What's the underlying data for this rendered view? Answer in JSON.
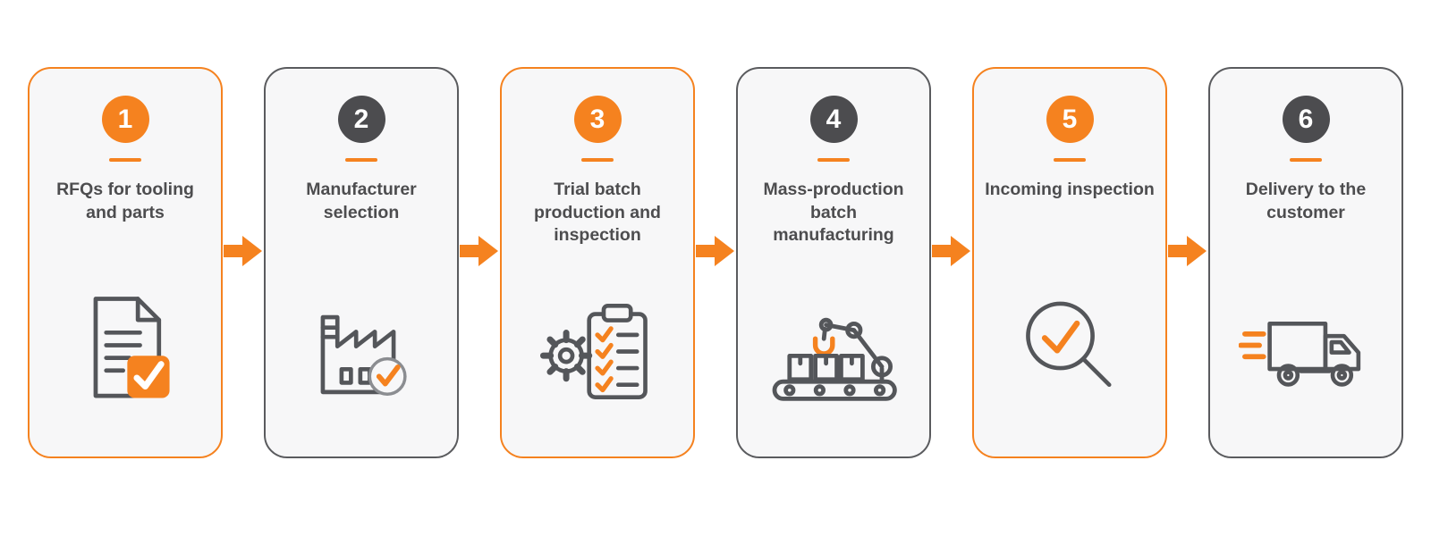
{
  "colors": {
    "orange": "#F5821F",
    "dark_gray": "#4C4C4F",
    "gray_border": "#5A5B5E",
    "card_bg": "#F7F7F8",
    "text": "#4D4D4F"
  },
  "steps": [
    {
      "number": "1",
      "label": "RFQs for tooling and parts",
      "icon": "document-check-icon",
      "theme": "orange"
    },
    {
      "number": "2",
      "label": "Manufacturer selection",
      "icon": "factory-check-icon",
      "theme": "gray"
    },
    {
      "number": "3",
      "label": "Trial batch production and inspection",
      "icon": "gear-clipboard-icon",
      "theme": "orange"
    },
    {
      "number": "4",
      "label": "Mass-production batch manufacturing",
      "icon": "robot-arm-conveyor-icon",
      "theme": "gray"
    },
    {
      "number": "5",
      "label": "Incoming inspection",
      "icon": "magnifier-check-icon",
      "theme": "orange"
    },
    {
      "number": "6",
      "label": "Delivery to the customer",
      "icon": "truck-icon",
      "theme": "gray"
    }
  ],
  "arrow": {
    "name": "arrow-right-icon"
  }
}
